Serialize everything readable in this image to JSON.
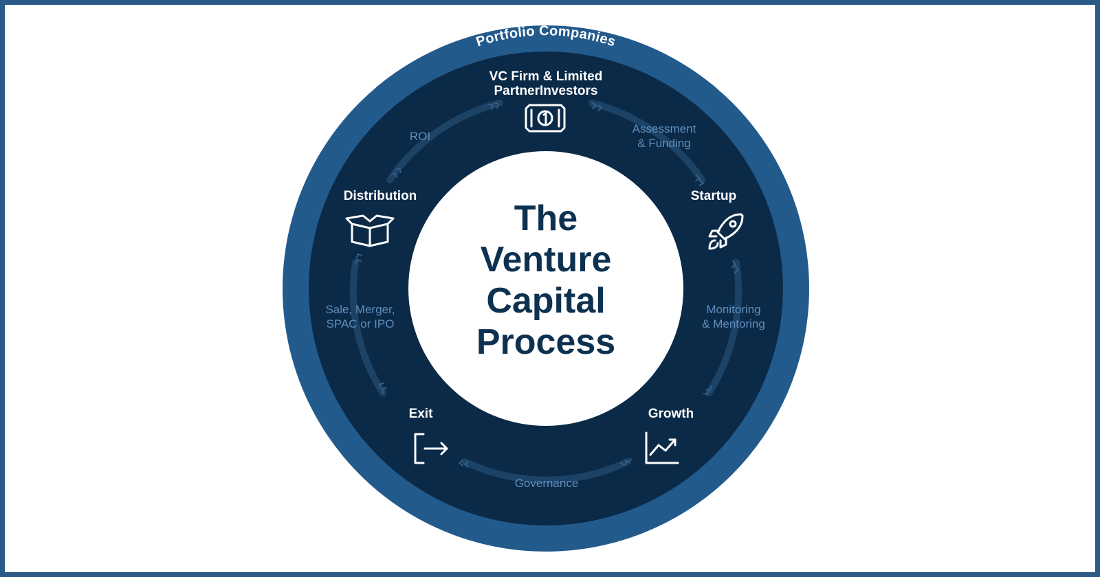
{
  "outer_ring": {
    "label": "Portfolio Companies"
  },
  "center": {
    "lines": [
      "The",
      "Venture",
      "Capital",
      "Process"
    ]
  },
  "stages": {
    "investors": {
      "line1": "VC Firm & Limited",
      "line2": "PartnerInvestors",
      "icon": "money-bill-icon"
    },
    "startup": {
      "title": "Startup",
      "icon": "rocket-icon"
    },
    "growth": {
      "title": "Growth",
      "icon": "growth-chart-icon"
    },
    "exit": {
      "title": "Exit",
      "icon": "exit-icon"
    },
    "distribution": {
      "title": "Distribution",
      "icon": "open-box-icon"
    }
  },
  "flows": {
    "assessment": {
      "line1": "Assessment",
      "line2": "& Funding"
    },
    "monitoring": {
      "line1": "Monitoring",
      "line2": "& Mentoring"
    },
    "governance": {
      "line1": "Governance"
    },
    "sale": {
      "line1": "Sale, Merger,",
      "line2": "SPAC or IPO"
    },
    "roi": {
      "line1": "ROI"
    }
  },
  "colors": {
    "outer_ring": "#235a8c",
    "inner_ring": "#0b2a47",
    "center": "#ffffff",
    "title_text": "#0d3150",
    "flow_text": "#5f8fbe",
    "frame_border": "#2b5a86"
  }
}
